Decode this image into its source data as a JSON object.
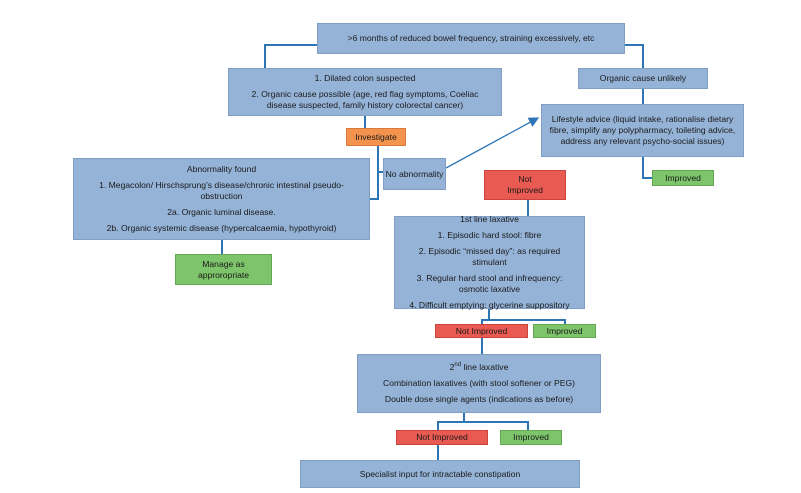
{
  "colors": {
    "box_blue": "#95b3d7",
    "line_blue": "#2e75b6",
    "improved_green": "#7dc46a",
    "not_improved_red": "#e85a52",
    "investigate_orange": "#f4934d"
  },
  "nodes": {
    "start": ">6 months of reduced bowel frequency, straining excessively, etc",
    "dilated": {
      "line1": "1. Dilated colon suspected",
      "line2": "2. Organic cause possible (age, red flag symptoms, Coeliac disease suspected, family history colorectal cancer)"
    },
    "organic_unlikely": "Organic cause unlikely",
    "lifestyle": "Lifestyle advice (liquid intake, rationalise dietary fibre, simplify  any polypharmacy, toileting advice, address any relevant psycho-social issues)",
    "investigate": "Investigate",
    "abnormality": {
      "title": "Abnormality found",
      "item1": "1. Megacolon/ Hirschsprung's disease/chronic intestinal pseudo-obstruction",
      "item2a": "2a. Organic luminal disease.",
      "item2b": "2b. Organic systemic disease (hypercalcaemia, hypothyroid)"
    },
    "no_abnormality": "No abnormality",
    "manage": "Manage as approropriate",
    "not_improved_1": "Not Improved",
    "improved_1": "Improved",
    "first_line": {
      "title": "1st line laxative",
      "item1": "1. Episodic hard stool: fibre",
      "item2": "2. Episodic “missed day”: as required stimulant",
      "item3": "3. Regular  hard stool and infrequency: osmotic laxative",
      "item4": "4. Difficult emptying: glycerine suppository"
    },
    "not_improved_2": "Not Improved",
    "improved_2": "Improved",
    "second_line": {
      "title_sup": "nd",
      "title_rest": " line laxative",
      "title_num": "2",
      "item1": "Combination laxatives (with stool softener or PEG)",
      "item2": "Double dose single agents (indications as before)"
    },
    "not_improved_3": "Not Improved",
    "improved_3": "Improved",
    "specialist": "Specialist input for intractable constipation"
  }
}
